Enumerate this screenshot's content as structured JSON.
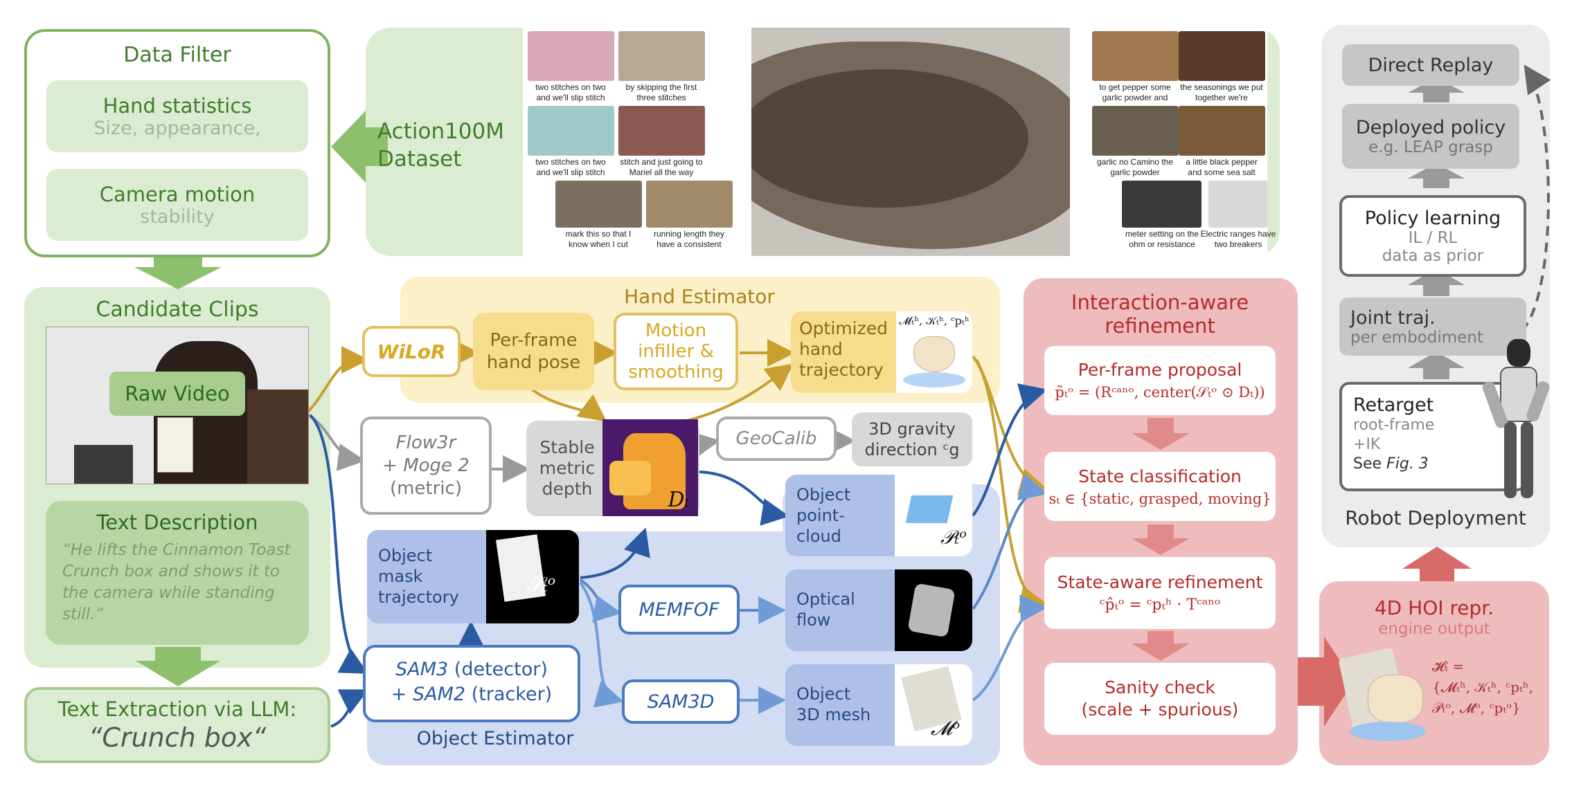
{
  "data_filter": {
    "title": "Data Filter",
    "hand_title": "Hand statistics",
    "hand_sub": "Size, appearance,",
    "camera_title": "Camera motion",
    "camera_sub": "stability"
  },
  "dataset": {
    "line1": "Action100M",
    "line2": "Dataset",
    "captions": [
      "two stitches on two and we'll slip stitch",
      "by skipping the first three stitches",
      "two stitches on two and we'll slip stitch",
      "stitch and just going to Mariel all the way",
      "mark this so that I know when I cut",
      "running length they have a consistent",
      "to get pepper some garlic powder and",
      "the seasonings we put together we're",
      "garlic no Camino the garlic powder",
      "a little black pepper and some sea salt",
      "meter setting on the ohm or resistance",
      "Electric ranges have two breakers"
    ]
  },
  "candidate": {
    "title": "Candidate Clips",
    "raw_video": "Raw Video",
    "text_desc_title": "Text Description",
    "text_desc_body": "“He lifts the Cinnamon Toast Crunch box and shows it to the camera while standing still.“",
    "extract_title": "Text Extraction via LLM:",
    "extract_value": "“Crunch box“"
  },
  "hand": {
    "title": "Hand Estimator",
    "wilor": "WiLoR",
    "perframe": "Per-frame hand pose",
    "motion": "Motion infiller & smoothing",
    "optimized": "Optimized hand trajectory",
    "math": "𝓜ₜʰ, 𝒦ₜʰ, ᶜpₜʰ"
  },
  "depth": {
    "flow3r_l1": "Flow3r",
    "flow3r_l2": "+ Moge 2",
    "flow3r_l3": "(metric)",
    "stable": "Stable metric depth",
    "dt": "Dₜ",
    "geocalib": "GeoCalib",
    "gravity_l1": "3D gravity",
    "gravity_l2": "direction ᶜg"
  },
  "object": {
    "title": "Object Estimator",
    "mask": "Object mask trajectory",
    "mask_sym": "𝒮ₜᵒ",
    "sam3": "SAM3",
    "sam3_tail": "(detector)",
    "sam2": "+ SAM2",
    "sam2_tail": "(tracker)",
    "memfof": "MEMFOF",
    "sam3d": "SAM3D",
    "pointcloud": "Object point-cloud",
    "pc_sym": "𝒫ₜᵒ",
    "optical": "Optical flow",
    "mesh": "Object 3D mesh",
    "mesh_sym": "𝓜ᵒ"
  },
  "refine": {
    "title": "Interaction-aware refinement",
    "proposal_title": "Per-frame proposal",
    "proposal_eq": "p̃ₜᵒ = (Rᶜᵃⁿᵒ, center(𝒮ₜᵒ ⊙ Dₜ))",
    "state_title": "State classification",
    "state_eq": "sₜ ∈ {static, grasped, moving}",
    "stateaware_title": "State-aware refinement",
    "stateaware_eq": "ᶜp̂ₜᵒ = ᶜpₜʰ · Tᶜᵃⁿᵒ",
    "sanity_l1": "Sanity check",
    "sanity_l2": "(scale + spurious)"
  },
  "hoi": {
    "title": "4D HOI repr.",
    "sub": "engine output",
    "eq_l1": "𝓗ₜ =",
    "eq_l2": "{𝓜ₜʰ, 𝒦ₜʰ, ᶜpₜʰ,",
    "eq_l3": "𝒫ₜᵒ, 𝓜ᵒ, ᶜpₜᵒ}"
  },
  "robot": {
    "direct": "Direct Replay",
    "deployed": "Deployed policy",
    "deployed_sub": "e.g. LEAP grasp",
    "policy": "Policy learning",
    "policy_sub1": "IL / RL",
    "policy_sub2": "data as prior",
    "joint": "Joint traj.",
    "joint_sub": "per embodiment",
    "retarget": "Retarget",
    "retarget_sub1": "root-frame",
    "retarget_sub2": "+IK",
    "retarget_sub3": "See",
    "retarget_sub3_it": "Fig. 3",
    "footer": "Robot Deployment"
  }
}
